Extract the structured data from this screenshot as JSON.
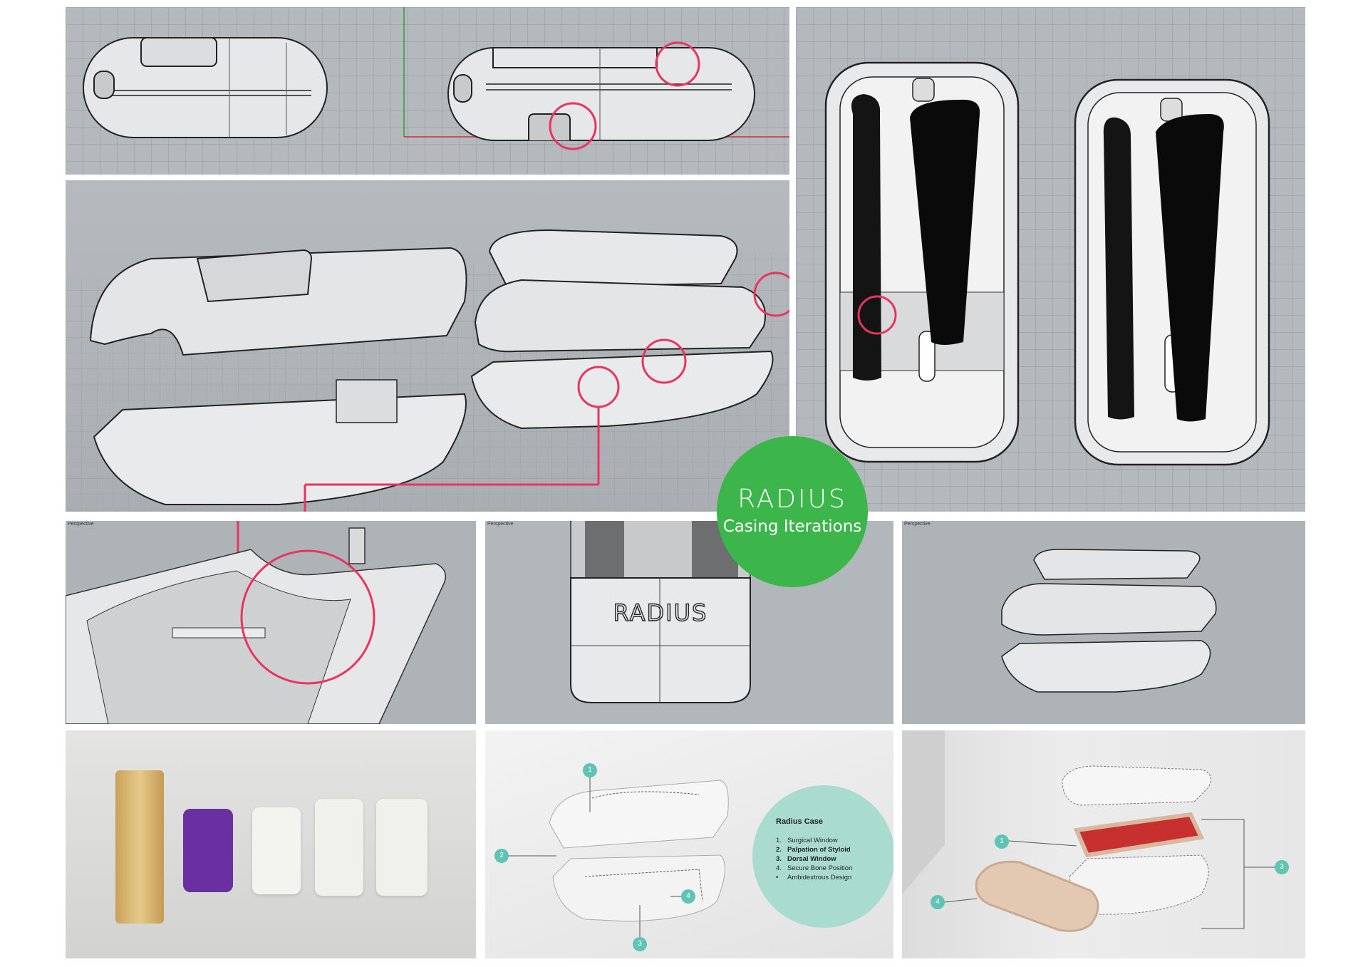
{
  "badge": {
    "title": "RADIUS",
    "subtitle": "Casing Iterations",
    "color": "#3cb54a"
  },
  "accent_color": "#e8345e",
  "viewport_label": "Perspective",
  "case_text": "RADIUS",
  "legend": {
    "title": "Radius Case",
    "items": [
      {
        "num": "1.",
        "label": "Surgical Window",
        "bold": false
      },
      {
        "num": "2.",
        "label": "Palpation of Styloid",
        "bold": true
      },
      {
        "num": "3.",
        "label": "Dorsal Window",
        "bold": true
      },
      {
        "num": "4.",
        "label": "Secure Bone Position",
        "bold": false
      },
      {
        "num": "•",
        "label": "Ambidextrous Design",
        "bold": false
      }
    ]
  },
  "callouts_render": [
    "1",
    "2",
    "3",
    "4"
  ],
  "callouts_exploded": [
    "1",
    "3",
    "4"
  ]
}
